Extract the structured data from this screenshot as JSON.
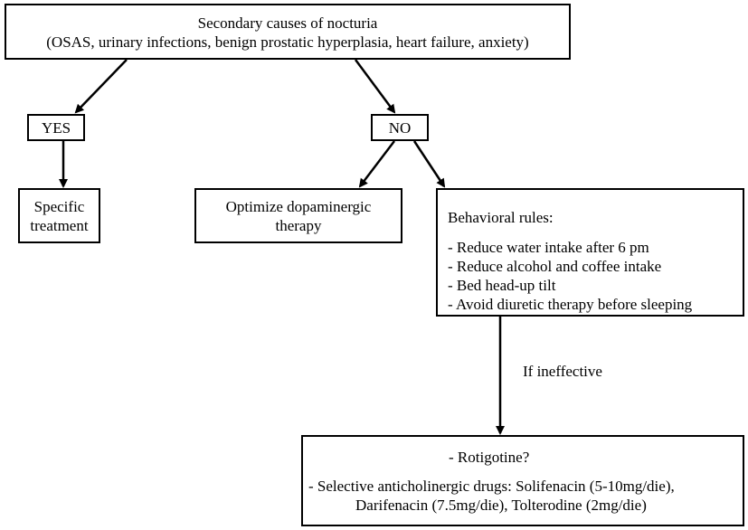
{
  "top": {
    "line1": "Secondary causes of nocturia",
    "line2": "(OSAS, urinary infections, benign prostatic hyperplasia, heart failure, anxiety)"
  },
  "yes": {
    "label": "YES"
  },
  "no": {
    "label": "NO"
  },
  "specific": {
    "line1": "Specific",
    "line2": "treatment"
  },
  "dopaminergic": {
    "line1": "Optimize dopaminergic",
    "line2": "therapy"
  },
  "behavioral": {
    "title": "Behavioral rules:",
    "items": [
      "- Reduce water intake after 6 pm",
      "- Reduce alcohol and coffee intake",
      "- Bed head-up tilt",
      "- Avoid diuretic therapy before sleeping"
    ]
  },
  "edge_label": "If ineffective",
  "final": {
    "line1": "- Rotigotine?",
    "line2": "- Selective anticholinergic drugs: Solifenacin (5-10mg/die),",
    "line3": "Darifenacin (7.5mg/die), Tolterodine (2mg/die)"
  }
}
